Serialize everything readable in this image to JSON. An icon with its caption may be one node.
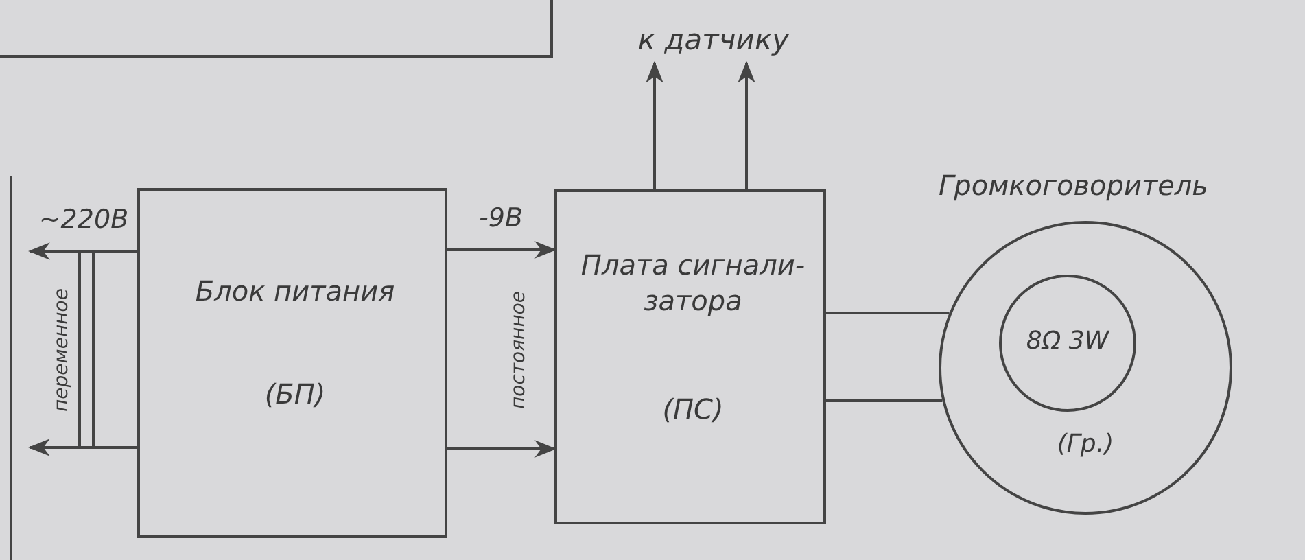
{
  "diagram": {
    "nodes": [
      {
        "text": [],
        "shape": "box"
      },
      {
        "text": [
          "Блок питания",
          "(БП)"
        ]
      },
      {
        "text": [
          "Плата сигнали-затора",
          "(ПС)"
        ]
      },
      {
        "text": [
          "(Гр.)"
        ],
        "beside": [
          "Громкоговоритель"
        ]
      },
      {
        "text": [
          "8Ω 3W"
        ],
        "in": 3
      },
      {
        "text": [
          "к датчику"
        ]
      }
    ],
    "edges": [
      {
        "from": 1,
        "to": null,
        "arrow": "to",
        "label": "~220В"
      },
      {
        "from": 1,
        "to": null,
        "arrow": "to"
      },
      {
        "from": 1,
        "to": 2,
        "arrow": "to",
        "label": "-9В"
      },
      {
        "from": 1,
        "to": 2,
        "arrow": "to"
      },
      {
        "from": 2,
        "to": 5,
        "arrow": "to"
      },
      {
        "from": 2,
        "to": 5,
        "arrow": "to"
      },
      {
        "from": 2,
        "to": 3,
        "arrow": "none"
      },
      {
        "from": 2,
        "to": 3,
        "arrow": "none"
      }
    ],
    "labels": [
      "переменное",
      "постоянное"
    ]
  }
}
